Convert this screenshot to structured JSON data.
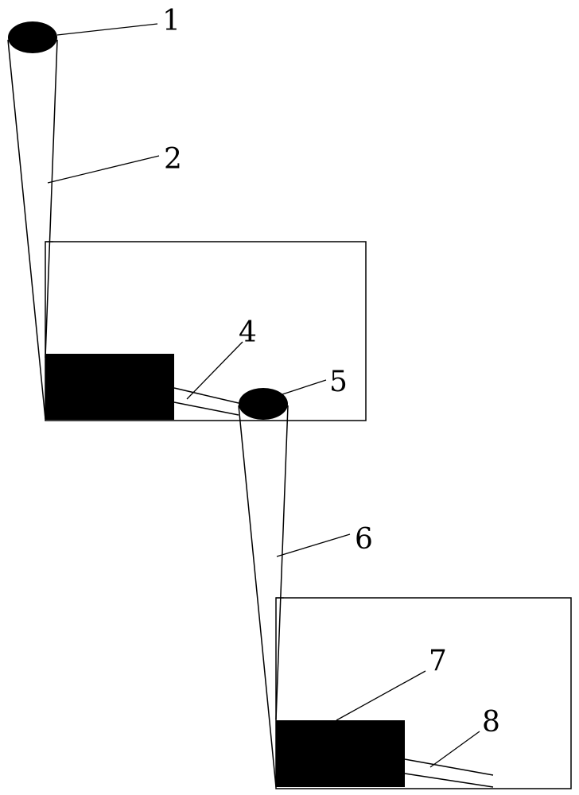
{
  "labels": {
    "label_1": "1",
    "label_2": "2",
    "label_4": "4",
    "label_5": "5",
    "label_6": "6",
    "label_7": "7",
    "label_8": "8"
  },
  "colors": {
    "ink": "#000000",
    "background": "#ffffff"
  }
}
